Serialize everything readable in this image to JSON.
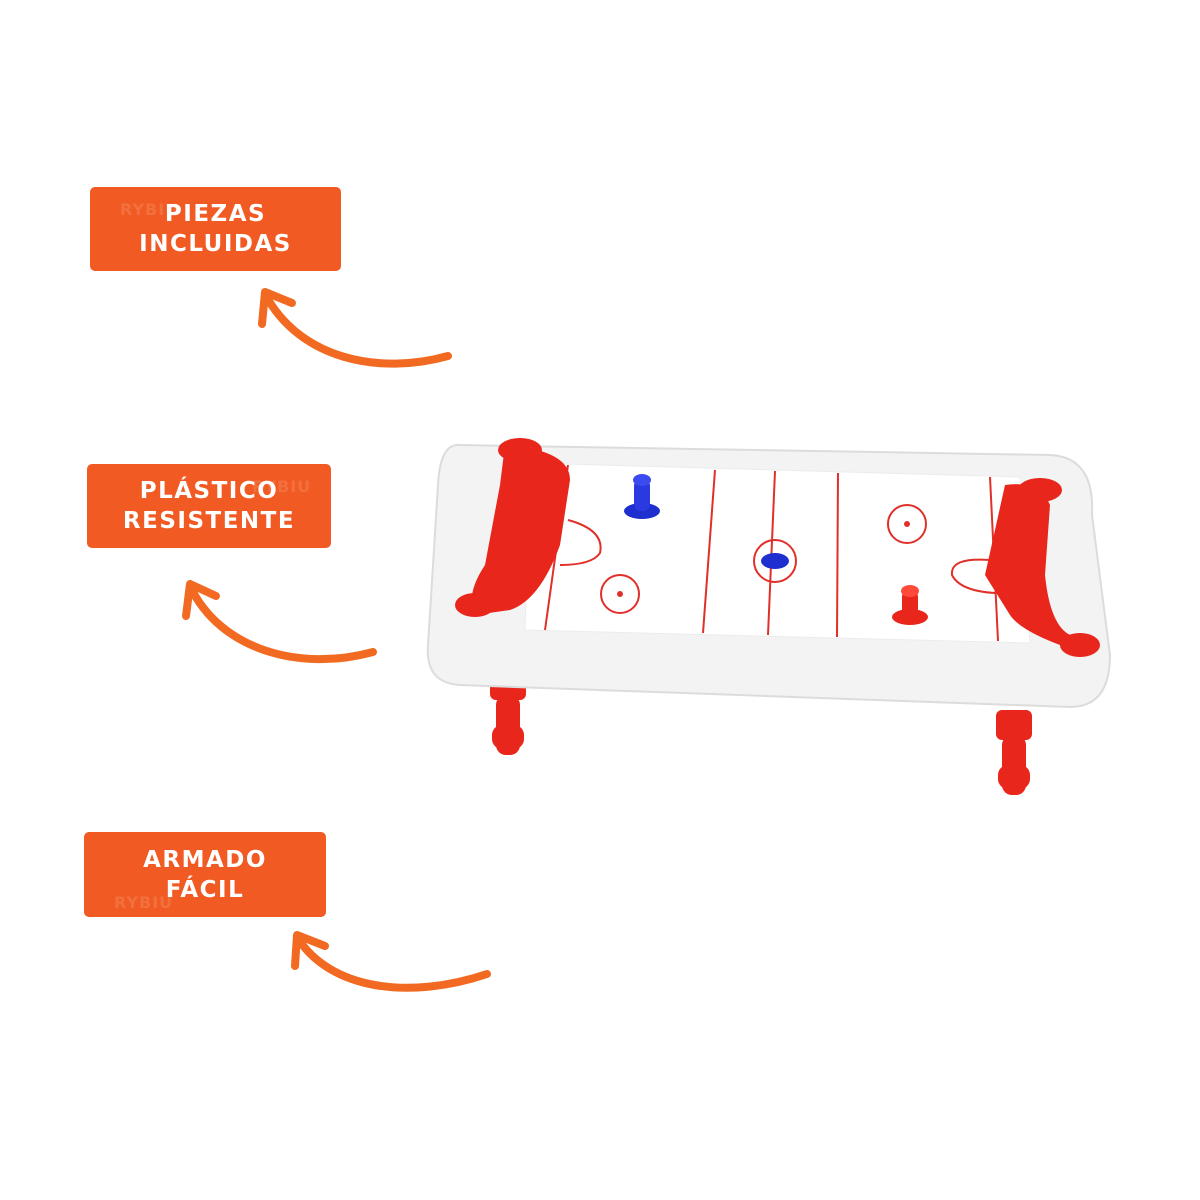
{
  "colors": {
    "badge": "#f15a22",
    "arrow": "#f26a21",
    "table_red": "#e8261b",
    "puck_blue": "#1d2fcf"
  },
  "badges": [
    {
      "lines": [
        "PIEZAS",
        "INCLUIDAS"
      ],
      "watermark": "RYBIU"
    },
    {
      "lines": [
        "PLÁSTICO",
        "RESISTENTE"
      ],
      "watermark": "RYBIU"
    },
    {
      "lines": [
        "ARMADO",
        "FÁCIL"
      ],
      "watermark": "RYBIU"
    }
  ],
  "product": {
    "name_icon": "air-hockey-table-icon"
  }
}
